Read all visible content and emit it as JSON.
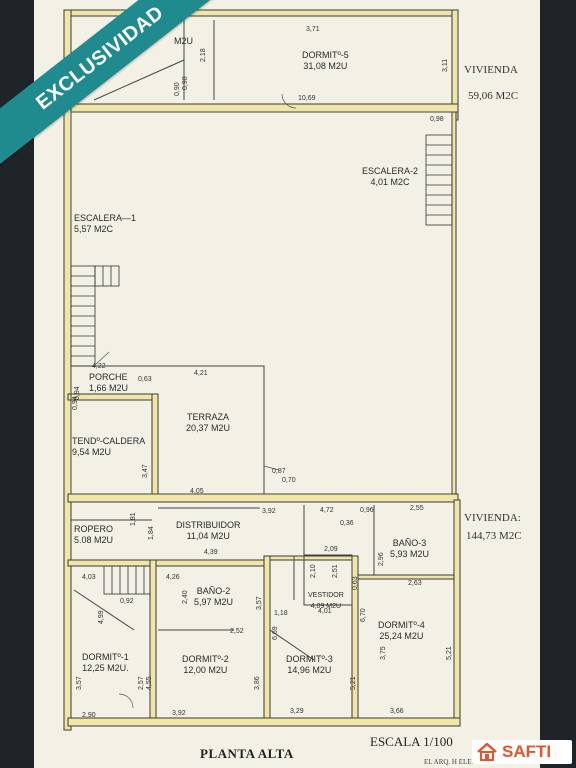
{
  "overlay": {
    "ribbon_text": "EXCLUSIVIDAD",
    "brand_name": "SAFTI",
    "brand_color": "#e5542b",
    "ribbon_color": "#1f8b8f"
  },
  "sheet": {
    "title": "PLANTA ALTA",
    "scale": "ESCALA 1/100",
    "footer": "EL ARQ. H ELENICO"
  },
  "summaries": [
    {
      "title": "VIVIENDA",
      "value": "59,06 M2C"
    },
    {
      "title": "VIVIENDA:",
      "value": "144,73 M2C"
    }
  ],
  "rooms": [
    {
      "name": "DORMITº-5",
      "area": "31,08 M2U"
    },
    {
      "name": "ESCALERA-2",
      "area": "4,01 M2C"
    },
    {
      "name": "ESCALERA—1",
      "area": "5,57 M2C"
    },
    {
      "name": "PORCHE",
      "area": "1,66 M2U"
    },
    {
      "name": "TERRAZA",
      "area": "20,37 M2U"
    },
    {
      "name": "TENDº-CALDERA",
      "area": "9,54 M2U"
    },
    {
      "name": "ROPERO",
      "area": "5.08 M2U"
    },
    {
      "name": "DISTRIBUIDOR",
      "area": "11,04 M2U"
    },
    {
      "name": "BAÑO-3",
      "area": "5,93 M2U"
    },
    {
      "name": "BAÑO-2",
      "area": "5,97 M2U"
    },
    {
      "name": "VESTIDOR",
      "area": "4,09 M2U"
    },
    {
      "name": "DORMITº-4",
      "area": "25,24 M2U"
    },
    {
      "name": "DORMITº-1",
      "area": "12,25 M2U."
    },
    {
      "name": "DORMITº-2",
      "area": "12,00 M2U"
    },
    {
      "name": "DORMITº-3",
      "area": "14,96 M2U"
    },
    {
      "name": "",
      "area": "M2U"
    }
  ],
  "dimensions": [
    "3,71",
    "2,18",
    "0,98",
    "0,90",
    "10,69",
    "3,11",
    "0,98",
    "4,22",
    "0,94",
    "0,63",
    "4,21",
    "0,87",
    "0,70",
    "3,47",
    "4,05",
    "3,92",
    "4,72",
    "0,36",
    "0,96",
    "2,55",
    "1,81",
    "1,84",
    "4,39",
    "4,26",
    "4,03",
    "0,92",
    "2,40",
    "3,57",
    "2,52",
    "1,18",
    "6,69",
    "2,09",
    "2,10",
    "0,63",
    "2,51",
    "4,01",
    "6,70",
    "3,75",
    "2,63",
    "5,21",
    "2,96",
    "4,99",
    "3,86",
    "3,57",
    "2,57",
    "4,55",
    "3,92",
    "3,29",
    "3,66",
    "2,90",
    "5,21",
    "0,94"
  ]
}
